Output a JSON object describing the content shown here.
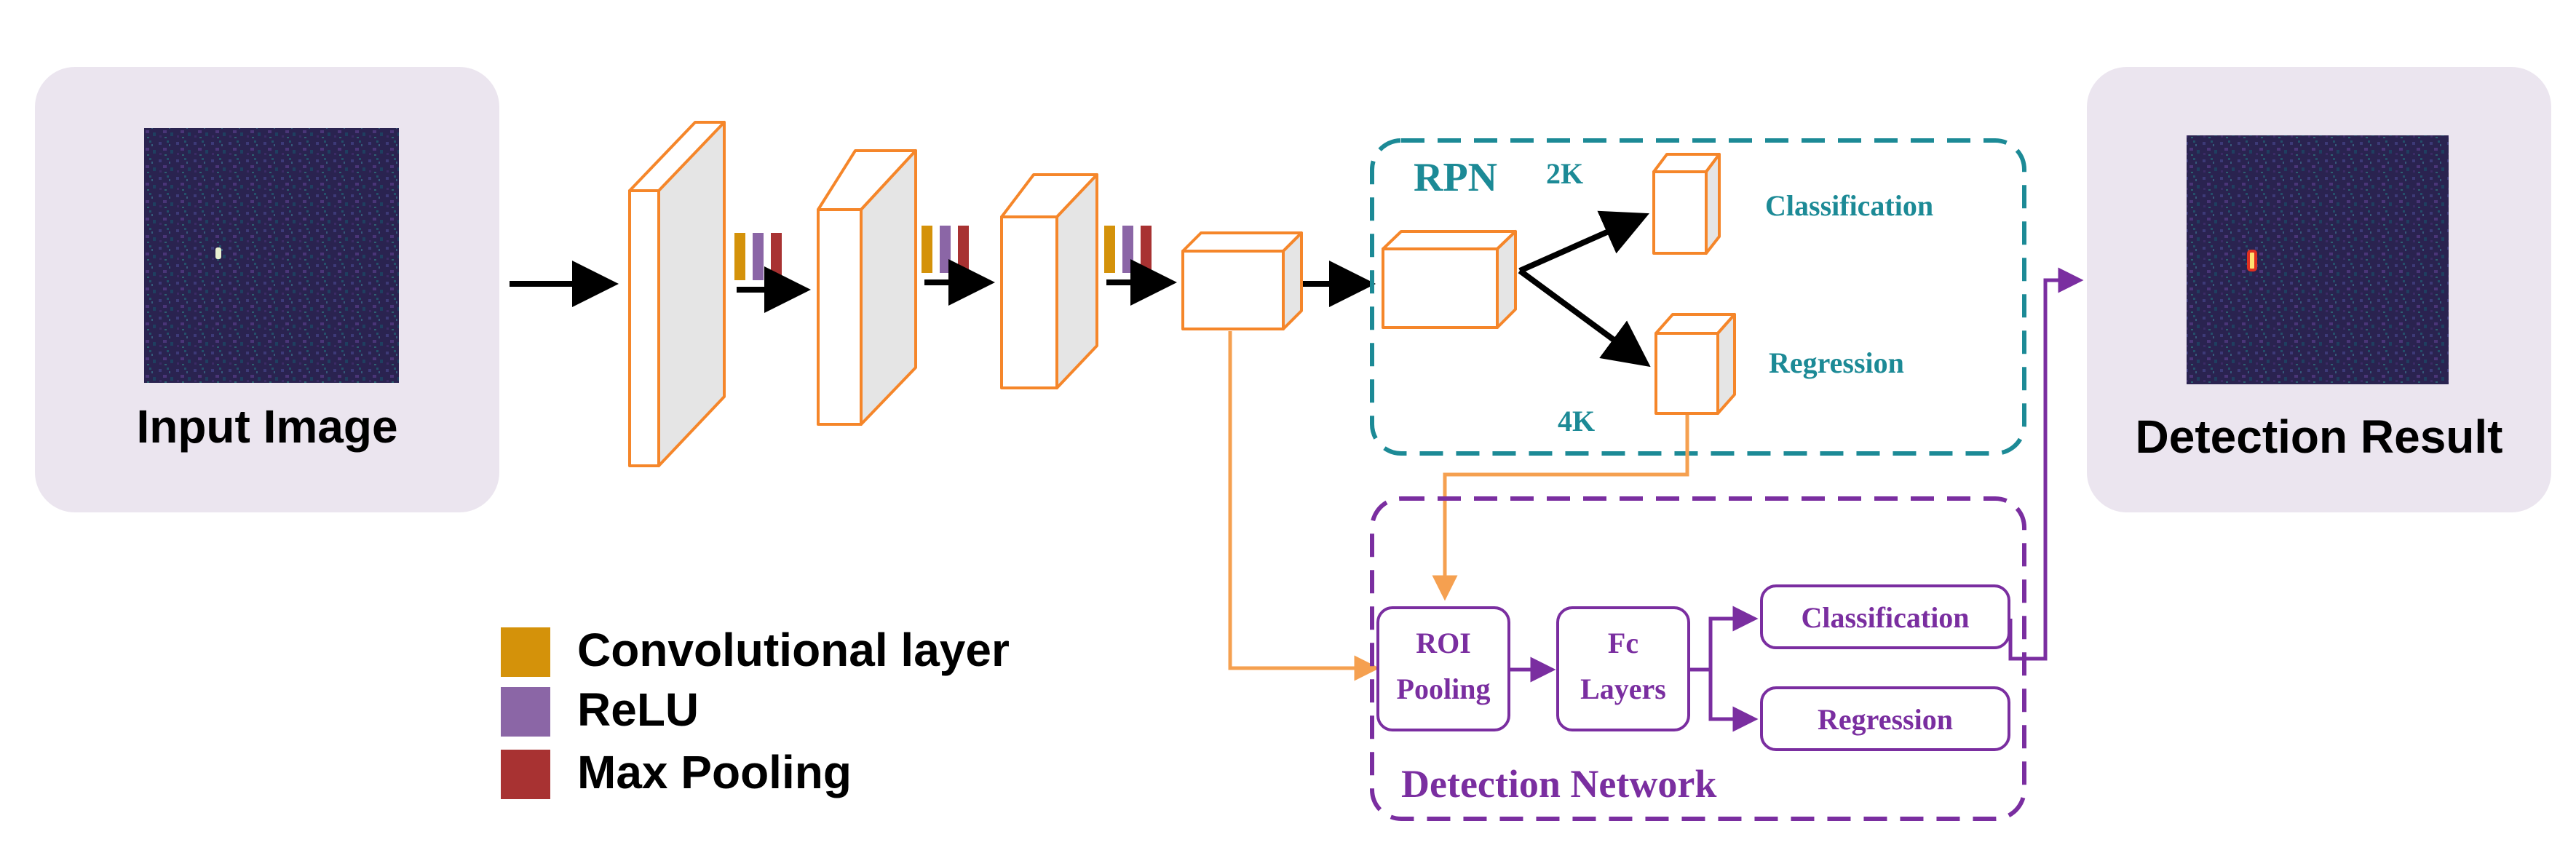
{
  "input_panel": {
    "label": "Input Image"
  },
  "output_panel": {
    "label": "Detection Result"
  },
  "rpn": {
    "title": "RPN",
    "scores_label": "2K",
    "coords_label": "4K",
    "classification": "Classification",
    "regression": "Regression"
  },
  "detection": {
    "title": "Detection Network",
    "roi_line1": "ROI",
    "roi_line2": "Pooling",
    "fc_line1": "Fc",
    "fc_line2": "Layers",
    "classification": "Classification",
    "regression": "Regression"
  },
  "legend": [
    {
      "label": "Convolutional layer",
      "color": "#d4920a"
    },
    {
      "label": "ReLU",
      "color": "#8b66a6"
    },
    {
      "label": "Max Pooling",
      "color": "#a83232"
    }
  ],
  "colors": {
    "feature_map": "#f5862a",
    "rpn": "#1c8a96",
    "detection": "#7a2ea0",
    "panel": "#ebe5ef",
    "arrow": "#000000"
  }
}
